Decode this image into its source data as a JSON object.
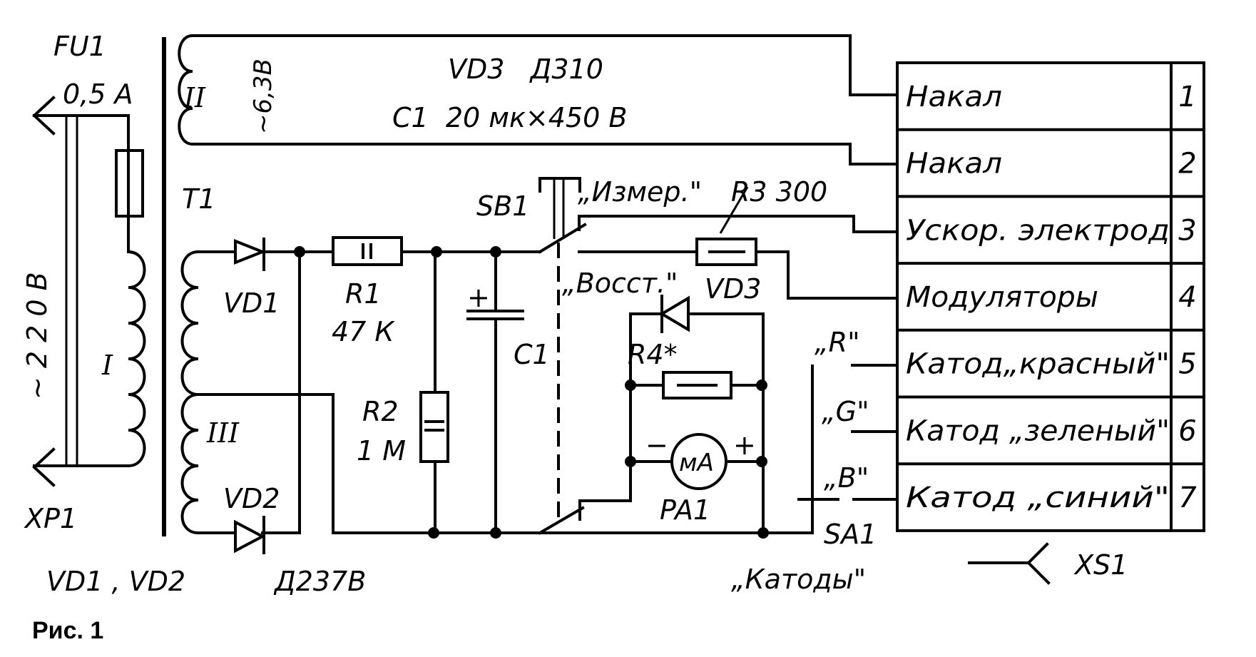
{
  "figure_caption": "Рис. 1",
  "mains": {
    "plug_label": "XP1",
    "voltage_label": "~ 2 2 0 В",
    "fuse_label": "FU1",
    "fuse_rating": "0,5 А"
  },
  "transformer": {
    "label": "T1",
    "winding_primary": "I",
    "winding_filament": "II",
    "winding_filament_voltage": "~6,3В",
    "winding_high_voltage": "III"
  },
  "parts_notes": {
    "vd3_line": "VD3   Д310",
    "c1_line": "C1  20 мк×450 В",
    "diodes_line_left": "VD1 , VD2",
    "diodes_line_right": "Д237В"
  },
  "components": {
    "vd1": "VD1",
    "vd2": "VD2",
    "r1": "R1",
    "r1_value": "47 К",
    "r2": "R2",
    "r2_value": "1 М",
    "c1": "C1",
    "c1_plus": "+",
    "sb1": "SB1",
    "sb1_measure": "„Измер.\"",
    "sb1_restore": "„Восст.\"",
    "r3": "R3 300",
    "vd3": "VD3",
    "r4": "R4*",
    "pa1": "PA1",
    "pa1_unit": "мА",
    "pa1_minus": "−",
    "pa1_plus": "+",
    "sa1": "SA1",
    "sa1_title": "„Катоды\"",
    "sa1_r": "„R\"",
    "sa1_g": "„G\"",
    "sa1_b": "„B\"",
    "xs1": "XS1"
  },
  "connector_table": {
    "rows": [
      {
        "name": "Накал",
        "pin": "1"
      },
      {
        "name": "Накал",
        "pin": "2"
      },
      {
        "name": "Ускор. электрод",
        "pin": "3"
      },
      {
        "name": "Модуляторы",
        "pin": "4"
      },
      {
        "name": "Катод„красный\"",
        "pin": "5"
      },
      {
        "name": "Катод „зеленый\"",
        "pin": "6"
      },
      {
        "name": "Катод „синий\"",
        "pin": "7"
      }
    ]
  }
}
